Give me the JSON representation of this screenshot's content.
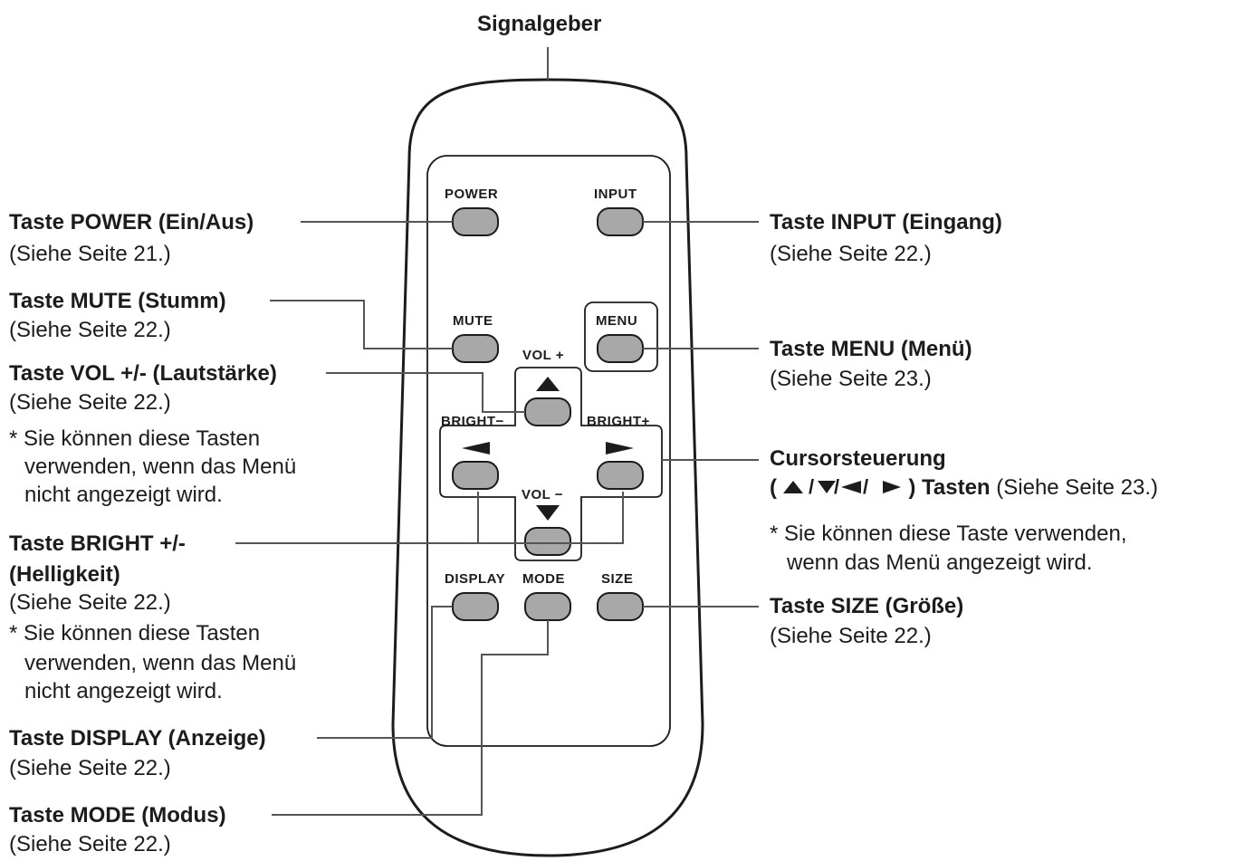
{
  "top_label": "Signalgeber",
  "remote": {
    "power": "POWER",
    "input": "INPUT",
    "mute": "MUTE",
    "menu": "MENU",
    "vol_plus": "VOL +",
    "vol_minus": "VOL −",
    "bright_minus": "BRIGHT−",
    "bright_plus": "BRIGHT+",
    "display": "DISPLAY",
    "mode": "MODE",
    "size": "SIZE"
  },
  "callouts": {
    "power_title": "Taste POWER (Ein/Aus)",
    "power_ref": "(Siehe Seite 21.)",
    "mute_title": "Taste MUTE (Stumm)",
    "mute_ref": "(Siehe Seite 22.)",
    "vol_title": "Taste VOL +/- (Lautstärke)",
    "vol_ref": "(Siehe Seite 22.)",
    "vol_note_1": "* Sie können diese Tasten",
    "vol_note_2": "verwenden, wenn das Menü",
    "vol_note_3": "nicht angezeigt wird.",
    "bright_title_1": "Taste BRIGHT +/-",
    "bright_title_2": "(Helligkeit)",
    "bright_ref": "(Siehe Seite 22.)",
    "bright_note_1": "* Sie können diese Tasten",
    "bright_note_2": "verwenden, wenn das Menü",
    "bright_note_3": "nicht angezeigt wird.",
    "display_title": "Taste DISPLAY (Anzeige)",
    "display_ref": "(Siehe Seite 22.)",
    "mode_title": "Taste MODE (Modus)",
    "mode_ref": "(Siehe Seite 22.)",
    "input_title": "Taste INPUT (Eingang)",
    "input_ref": "(Siehe Seite 22.)",
    "menu_title": "Taste MENU (Menü)",
    "menu_ref": "(Siehe Seite 23.)",
    "cursor_title": "Cursorsteuerung",
    "cursor_line_open": "(",
    "cursor_sep": "/",
    "cursor_tasten": "Tasten",
    "cursor_ref": "(Siehe Seite 23.)",
    "cursor_note_1": "* Sie können diese Taste verwenden,",
    "cursor_note_2": "wenn das Menü angezeigt wird.",
    "size_title": "Taste SIZE (Größe)",
    "size_ref": "(Siehe Seite 22.)"
  },
  "colors": {
    "ink": "#1c1c1c",
    "button_fill": "#a8a8a8",
    "line": "#555555"
  }
}
